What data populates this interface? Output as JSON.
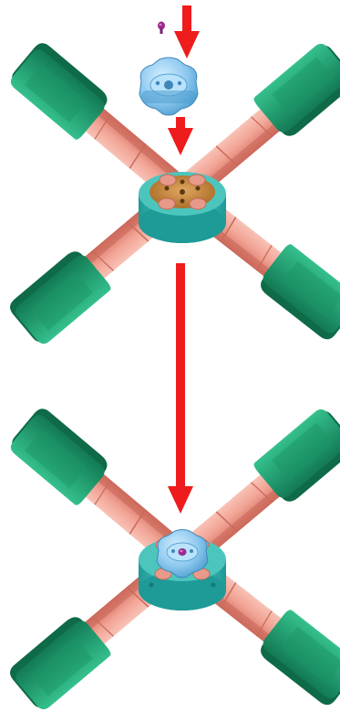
{
  "diagram": {
    "steps": [
      {
        "state": "before",
        "parts": [
          "screw",
          "blue-hub",
          "orange-plate",
          "teal-base",
          "pink-arms",
          "green-feet"
        ],
        "arrows": [
          "screw-to-hub-arrow",
          "hub-to-center-arrow"
        ]
      },
      {
        "state": "after",
        "parts": [
          "screw",
          "blue-hub",
          "teal-base",
          "pink-arms",
          "green-feet"
        ]
      }
    ],
    "transition_arrow": "step-down-arrow"
  },
  "colors": {
    "arrow": "#ee1c1c",
    "arm_light": "#f2a596",
    "arm_dark": "#d9786b",
    "foot_light": "#2bb07e",
    "foot_dark": "#127a54",
    "base_light": "#5fd3cb",
    "base_dark": "#1e9a97",
    "hub_light": "#a8d9f5",
    "hub_dark": "#4f9fd0",
    "plate": "#c98a3f",
    "screw": "#9a2a8f"
  }
}
